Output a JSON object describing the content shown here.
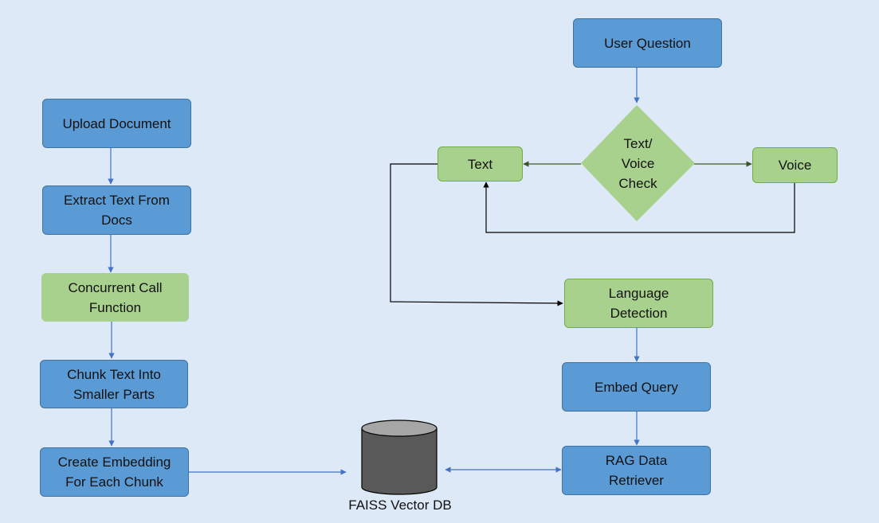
{
  "diagram": {
    "left_flow": [
      "Upload Document",
      "Extract Text From\nDocs",
      "Concurrent Call\nFunction",
      "Chunk Text Into\nSmaller Parts",
      "Create Embedding\nFor Each Chunk"
    ],
    "right_flow": {
      "user_question": "User Question",
      "decision": "Text/\nVoice\nCheck",
      "text_option": "Text",
      "voice_option": "Voice",
      "language_detection": "Language\nDetection",
      "embed_query": "Embed Query",
      "rag_retriever": "RAG Data\nRetriever"
    },
    "database": {
      "label": "FAISS Vector DB"
    }
  },
  "colors": {
    "background": "#dde9f6",
    "process_fill": "#5b9bd5",
    "process_border": "#41719c",
    "green_fill": "#a9d18e",
    "green_border": "#70ad47",
    "database_fill": "#595959",
    "database_top": "#a6a6a6",
    "blue_arrow": "#4472c4",
    "green_arrow": "#385723",
    "black_line": "#000000"
  }
}
